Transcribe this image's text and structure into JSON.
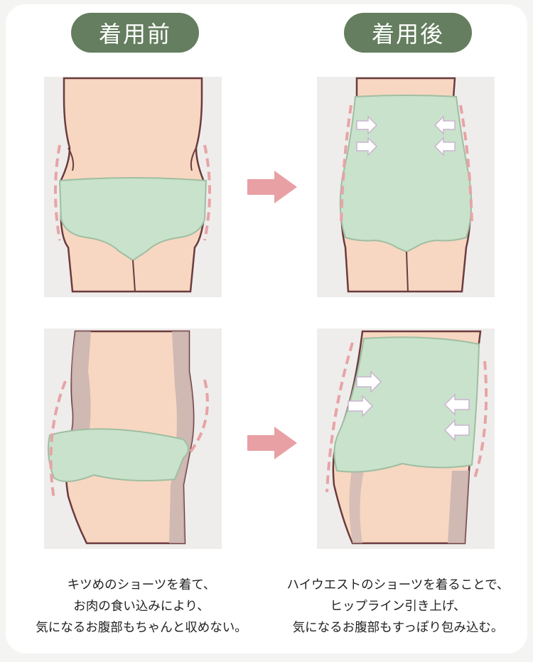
{
  "labels": {
    "before": "着用前",
    "after": "着用後"
  },
  "captions": {
    "before": {
      "line1": "キツめのショーツを着て、",
      "line2": "お肉の食い込みにより、",
      "line3": "気になるお腹部もちゃんと収めない。"
    },
    "after": {
      "line1": "ハイウエストのショーツを着ることで、",
      "line2": "ヒップライン引き上げ、",
      "line3": "気になるお腹部もすっぽり包み込む。"
    }
  },
  "colors": {
    "pill_green": "#647e5f",
    "garment_green": "#c9e2cb",
    "skin": "#f7d7c1",
    "outline": "#6b3b3f",
    "dash_pink": "#e7a3a6",
    "arrow_pink": "#e8a0a4"
  },
  "icons": {
    "arrow": "arrow-right-icon",
    "squeeze": "squeeze-arrows-icon"
  }
}
